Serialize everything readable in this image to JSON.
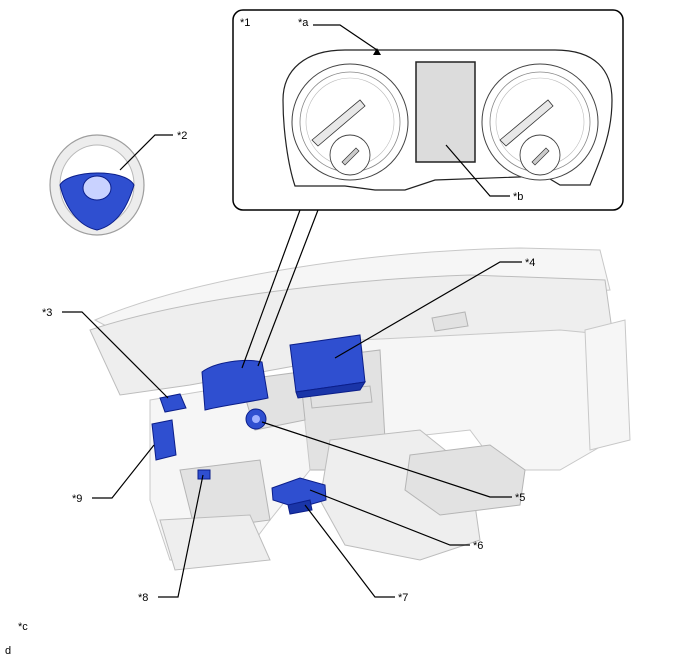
{
  "callouts": {
    "c1": "*1",
    "a": "*a",
    "b": "*b",
    "c2": "*2",
    "c3": "*3",
    "c4": "*4",
    "c5": "*5",
    "c6": "*6",
    "c7": "*7",
    "c8": "*8",
    "c9": "*9",
    "c": "*c",
    "d": "d"
  },
  "colors": {
    "highlighted_part": "#2f4fd0",
    "lines": "#000000"
  }
}
